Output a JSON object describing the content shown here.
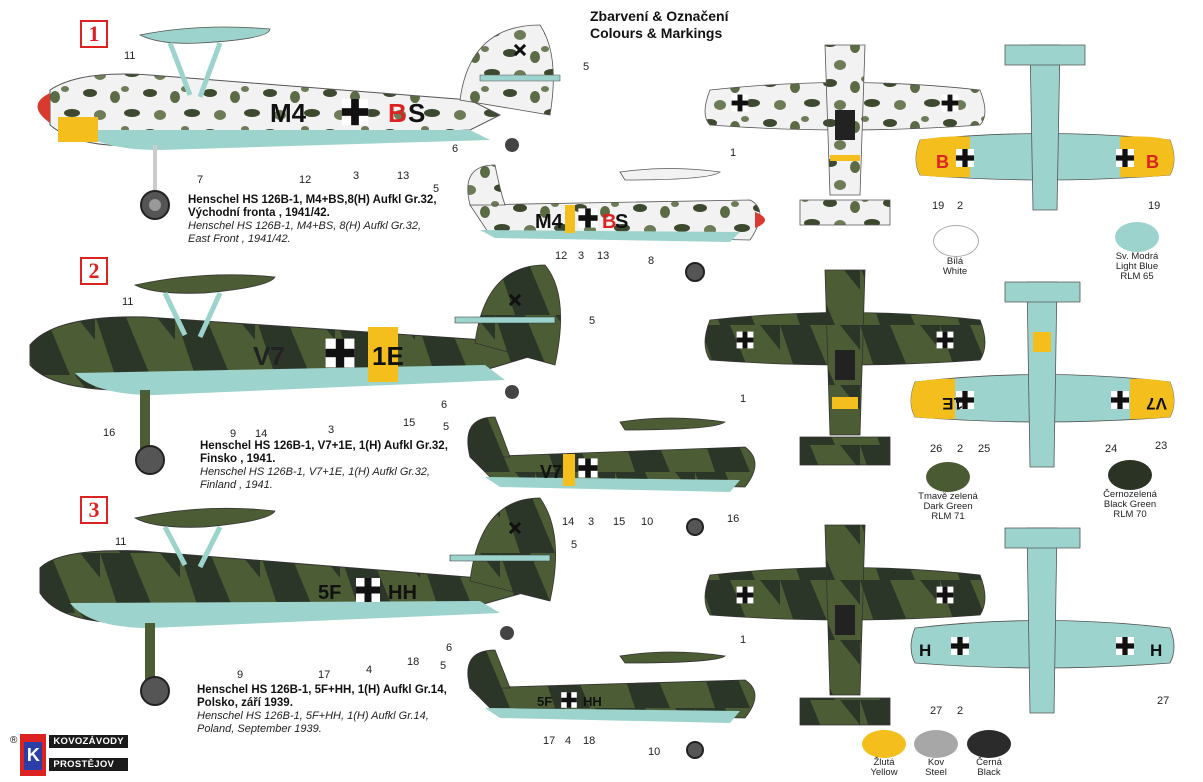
{
  "header": {
    "title_cz": "Zbarvení & Označení",
    "title_en": "Colours & Markings"
  },
  "schemes": [
    {
      "badge": "1",
      "caption_cz_1": "Henschel HS 126B-1, M4+BS,8(H) Aufkl Gr.32,",
      "caption_cz_2": "Východní fronta , 1941/42.",
      "caption_en_1": "Henschel HS 126B-1, M4+BS, 8(H) Aufkl Gr.32,",
      "caption_en_2": "East Front , 1941/42.",
      "code_left": "M4",
      "code_right_a": "B",
      "code_right_b": "S",
      "wing_code_left": "B",
      "wing_code_right": "B"
    },
    {
      "badge": "2",
      "caption_cz_1": "Henschel HS 126B-1, V7+1E, 1(H) Aufkl Gr.32,",
      "caption_cz_2": "Finsko , 1941.",
      "caption_en_1": "Henschel HS 126B-1, V7+1E, 1(H) Aufkl Gr.32,",
      "caption_en_2": "Finland , 1941.",
      "code_left": "V7",
      "code_right": "1E",
      "wing_code_left": "1E",
      "wing_code_right": "V7"
    },
    {
      "badge": "3",
      "caption_cz_1": "Henschel HS 126B-1, 5F+HH, 1(H) Aufkl Gr.14,",
      "caption_cz_2": "Polsko, září 1939.",
      "caption_en_1": "Henschel HS 126B-1, 5F+HH, 1(H) Aufkl Gr.14,",
      "caption_en_2": "Poland, September 1939.",
      "code_left": "5F",
      "code_right": "HH",
      "wing_code_left": "H",
      "wing_code_right": "H"
    }
  ],
  "callouts": {
    "s1_main": [
      "11",
      "7",
      "12",
      "3",
      "13",
      "6",
      "5"
    ],
    "s1_small": [
      "5",
      "12",
      "3",
      "13",
      "8"
    ],
    "s1_top": [
      "1"
    ],
    "s1_under": [
      "19",
      "2",
      "19"
    ],
    "s2_main": [
      "11",
      "16",
      "9",
      "14",
      "3",
      "15",
      "6",
      "5"
    ],
    "s2_small": [
      "5",
      "14",
      "3",
      "15",
      "10",
      "16"
    ],
    "s2_top": [
      "1"
    ],
    "s2_under": [
      "26",
      "2",
      "25",
      "24",
      "23"
    ],
    "s3_main": [
      "11",
      "9",
      "17",
      "4",
      "18",
      "6",
      "5"
    ],
    "s3_small": [
      "5",
      "17",
      "4",
      "18",
      "10"
    ],
    "s3_top": [
      "1"
    ],
    "s3_under": [
      "27",
      "2",
      "27"
    ]
  },
  "swatches": [
    {
      "lines": [
        "Bílá",
        "White"
      ],
      "color": "#ffffff"
    },
    {
      "lines": [
        "Sv. Modrá",
        "Light Blue",
        "RLM 65"
      ],
      "color": "#9dd3cd"
    },
    {
      "lines": [
        "Tmavě zelená",
        "Dark Green",
        "RLM 71"
      ],
      "color": "#4a5a32"
    },
    {
      "lines": [
        "Černozelená",
        "Black Green",
        "RLM 70"
      ],
      "color": "#2a3324"
    },
    {
      "lines": [
        "Žlutá",
        "Yellow"
      ],
      "color": "#f4be1c"
    },
    {
      "lines": [
        "Kov",
        "Steel"
      ],
      "color": "#a7a7a7"
    },
    {
      "lines": [
        "Černá",
        "Black"
      ],
      "color": "#2b2b2b"
    }
  ],
  "logo": {
    "line1": "KOVOZÁVODY",
    "line2": "PROSTĚJOV",
    "mark": "K",
    "registered": "®"
  }
}
